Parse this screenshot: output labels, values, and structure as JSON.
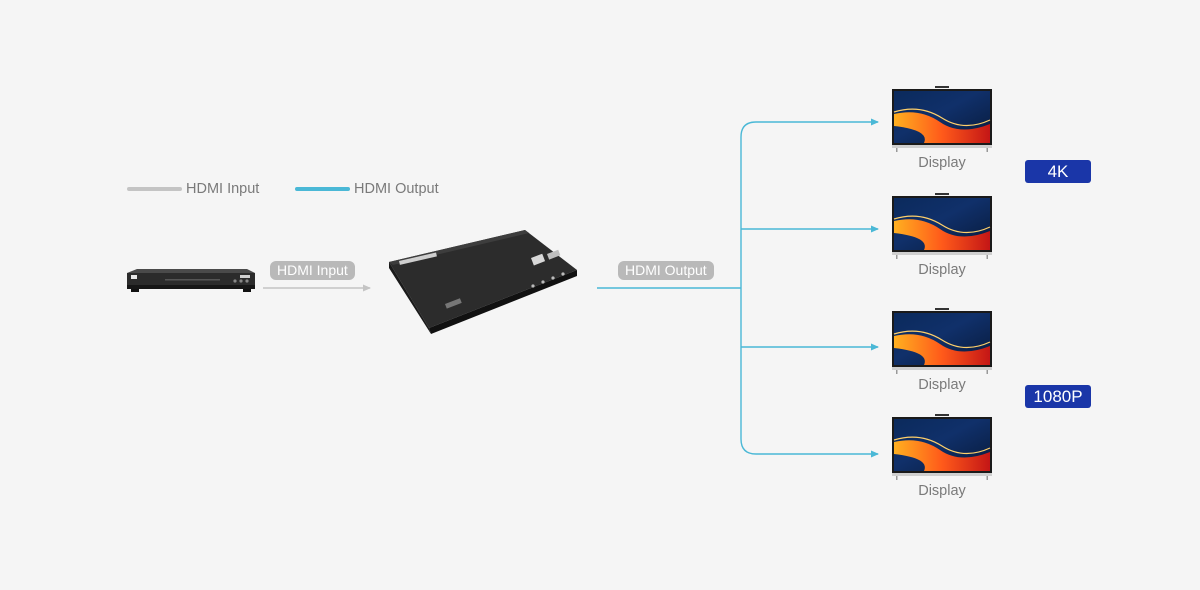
{
  "legend": {
    "input_label": "HDMI Input",
    "output_label": "HDMI Output"
  },
  "connections": {
    "input_label": "HDMI Input",
    "output_label": "HDMI Output"
  },
  "displays": [
    {
      "label": "Display"
    },
    {
      "label": "Display"
    },
    {
      "label": "Display"
    },
    {
      "label": "Display"
    }
  ],
  "resolution_badges": {
    "top": "4K",
    "bottom": "1080P"
  },
  "colors": {
    "input_line": "#c4c4c4",
    "output_line": "#4ab8d6",
    "badge": "#1a36a8",
    "pill": "#b9b9b9"
  },
  "icons": {
    "source": "blu-ray-player-icon",
    "device": "hdmi-splitter-icon",
    "output": "tv-display-icon"
  }
}
